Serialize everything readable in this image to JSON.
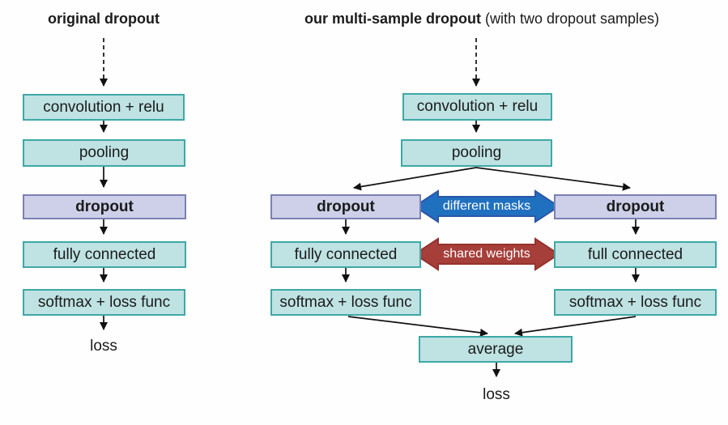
{
  "left_panel": {
    "title": "original dropout",
    "conv": "convolution + relu",
    "pooling": "pooling",
    "dropout": "dropout",
    "fc": "fully connected",
    "softmax": "softmax + loss func",
    "loss": "loss"
  },
  "right_panel": {
    "title_bold": "our multi-sample dropout",
    "title_regular": " (with two dropout samples)",
    "conv": "convolution + relu",
    "pooling": "pooling",
    "branch_left": {
      "dropout": "dropout",
      "fc": "fully connected",
      "softmax": "softmax + loss func"
    },
    "branch_right": {
      "dropout": "dropout",
      "fc": "full connected",
      "softmax": "softmax + loss func"
    },
    "different_masks_label": "different masks",
    "shared_weights_label": "shared weights",
    "average": "average",
    "loss": "loss"
  },
  "colors": {
    "box_fill": "#bfe2e3",
    "box_border": "#3fa8a6",
    "dropout_fill": "#cdd0e8",
    "dropout_border": "#7b80b3",
    "masks_arrow_fill": "#2070c0",
    "masks_arrow_border": "#2b56a8",
    "weights_arrow_fill": "#a63e39",
    "weights_arrow_border": "#96322e",
    "connector": "#111111",
    "text": "#1b1b1b"
  }
}
